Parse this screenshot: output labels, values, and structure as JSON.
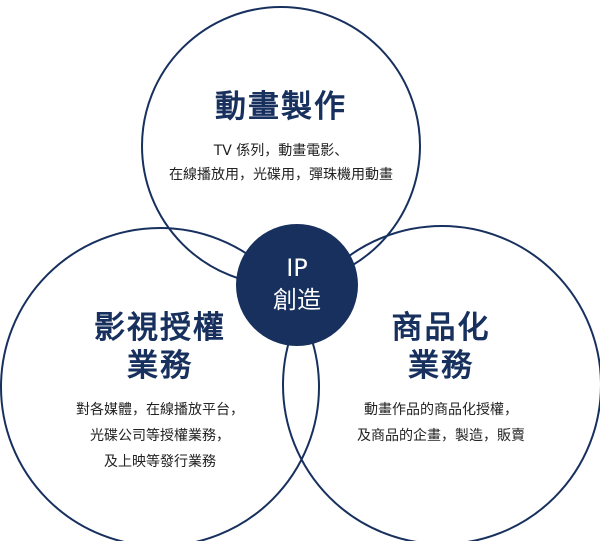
{
  "center": {
    "line1": "IP",
    "line2": "創造"
  },
  "top": {
    "title": "動畫製作",
    "desc": [
      "TV 係列，動畫電影、",
      "在線播放用，光碟用，彈珠機用動畫"
    ]
  },
  "left": {
    "title": [
      "影視授權",
      "業務"
    ],
    "desc": [
      "對各媒體，在線播放平台，",
      "光碟公司等授權業務，",
      "及上映等發行業務"
    ]
  },
  "right": {
    "title": [
      "商品化",
      "業務"
    ],
    "desc": [
      "動畫作品的商品化授權，",
      "及商品的企畫，製造，販賣"
    ]
  },
  "colors": {
    "navy": "#17305e",
    "text": "#222222"
  }
}
